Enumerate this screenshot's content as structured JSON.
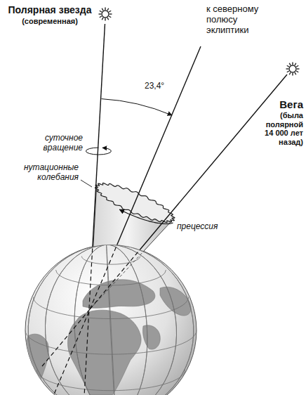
{
  "diagram": {
    "labels": [
      "Полярная звезда",
      "(современная)",
      "к северному полюсу эклиптики",
      "23,4°",
      "суточное вращение",
      "нутационные колебания",
      "Вега",
      "(была полярной 14 000 лет назад)",
      "прецессия"
    ]
  }
}
